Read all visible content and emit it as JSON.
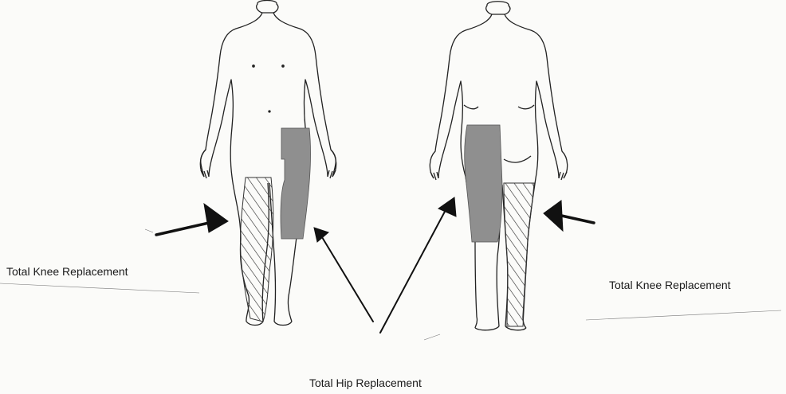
{
  "labels": {
    "knee_left": "Total Knee Replacement",
    "knee_right": "Total Knee Replacement",
    "hip": "Total Hip Replacement"
  },
  "colors": {
    "outline": "#222222",
    "hip_shade": "#8f8f8f",
    "knee_hatch": "#333333",
    "background": "#fbfbf9"
  },
  "figures": [
    "front-view",
    "back-view"
  ]
}
